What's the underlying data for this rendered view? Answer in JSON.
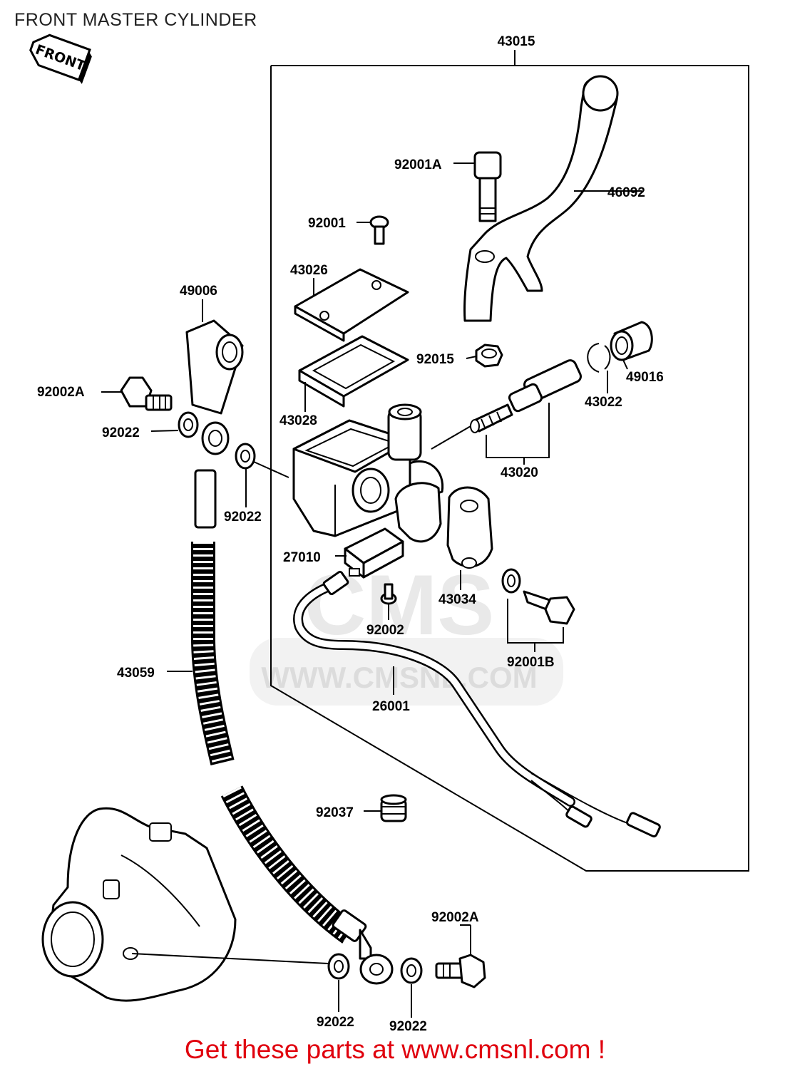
{
  "title": "FRONT MASTER CYLINDER",
  "front_arrow_label": "FRONT",
  "watermark": {
    "brand": "CMS",
    "url": "WWW.CMSNL.COM"
  },
  "part_labels": {
    "p43015": "43015",
    "p92001A": "92001A",
    "p46092": "46092",
    "p92001": "92001",
    "p43026": "43026",
    "p49006": "49006",
    "p92015": "92015",
    "p49016": "49016",
    "p92002A_top": "92002A",
    "p43028": "43028",
    "p43022": "43022",
    "p92022_left": "92022",
    "p43020": "43020",
    "p92022_mid": "92022",
    "p27010": "27010",
    "p43034": "43034",
    "p92002": "92002",
    "p92001B": "92001B",
    "p43059": "43059",
    "p26001": "26001",
    "p92037": "92037",
    "p92002A_bottom": "92002A",
    "p92022_bottom_left": "92022",
    "p92022_bottom_right": "92022"
  },
  "footer": "Get these parts at www.cmsnl.com !"
}
